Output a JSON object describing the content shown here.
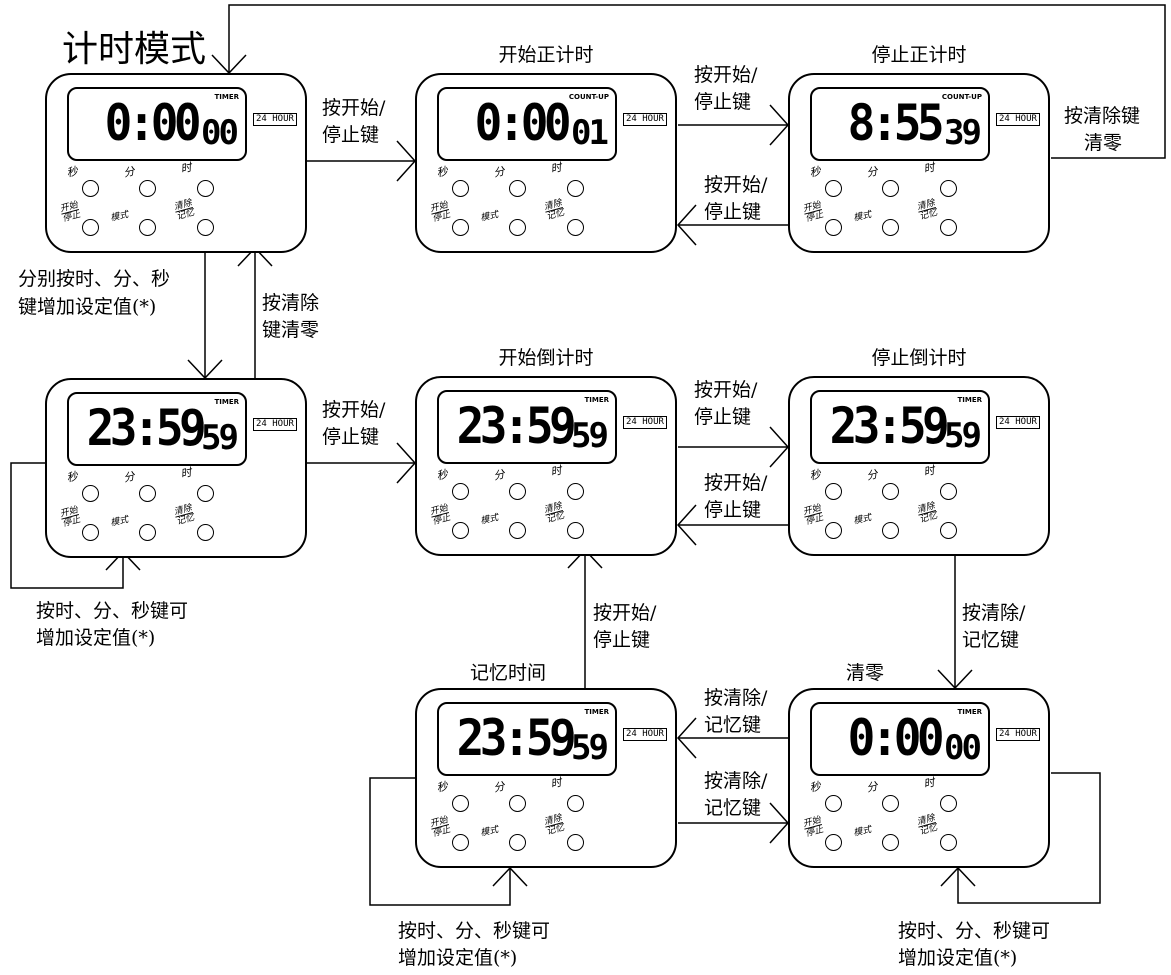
{
  "title": "计时模式",
  "devices": {
    "d0": {
      "time": "0:00",
      "sec": "00",
      "mode": "TIMER",
      "hour": "24 HOUR"
    },
    "d1": {
      "caption": "开始正计时",
      "time": "0:00",
      "sec": "01",
      "mode": "COUNT-UP",
      "hour": "24 HOUR"
    },
    "d2": {
      "caption": "停止正计时",
      "time": "8:55",
      "sec": "39",
      "mode": "COUNT-UP",
      "hour": "24 HOUR"
    },
    "d3": {
      "time": "23:59",
      "sec": "59",
      "mode": "TIMER",
      "hour": "24 HOUR"
    },
    "d4": {
      "caption": "开始倒计时",
      "time": "23:59",
      "sec": "59",
      "mode": "TIMER",
      "hour": "24 HOUR"
    },
    "d5": {
      "caption": "停止倒计时",
      "time": "23:59",
      "sec": "59",
      "mode": "TIMER",
      "hour": "24 HOUR"
    },
    "d6": {
      "caption": "记忆时间",
      "time": "23:59",
      "sec": "59",
      "mode": "TIMER",
      "hour": "24 HOUR"
    },
    "d7": {
      "caption": "清零",
      "time": "0:00",
      "sec": "00",
      "mode": "TIMER",
      "hour": "24 HOUR"
    }
  },
  "buttons": {
    "sec": "秒",
    "min": "分",
    "hour": "时",
    "startstop_top": "开始",
    "startstop_bot": "停止",
    "mode": "模式",
    "clear_top": "清除",
    "clear_bot": "记忆"
  },
  "labels": {
    "a01_l1": "按开始/",
    "a01_l2": "停止键",
    "a12_l1": "按开始/",
    "a12_l2": "停止键",
    "a21_l1": "按开始/",
    "a21_l2": "停止键",
    "a20_l1": "按清除键",
    "a20_l2": "清零",
    "a03_l1": "分别按时、分、秒",
    "a03_l2": "键增加设定值(*)",
    "a30_l1": "按清除",
    "a30_l2": "键清零",
    "a34_l1": "按开始/",
    "a34_l2": "停止键",
    "a45_l1": "按开始/",
    "a45_l2": "停止键",
    "a54_l1": "按开始/",
    "a54_l2": "停止键",
    "a57_l1": "按清除/",
    "a57_l2": "记忆键",
    "a64_l1": "按开始/",
    "a64_l2": "停止键",
    "a76_l1": "按清除/",
    "a76_l2": "记忆键",
    "a67_l1": "按清除/",
    "a67_l2": "记忆键",
    "loop3_l1": "按时、分、秒键可",
    "loop3_l2": "增加设定值(*)",
    "loop6_l1": "按时、分、秒键可",
    "loop6_l2": "增加设定值(*)",
    "loop7_l1": "按时、分、秒键可",
    "loop7_l2": "增加设定值(*)"
  }
}
